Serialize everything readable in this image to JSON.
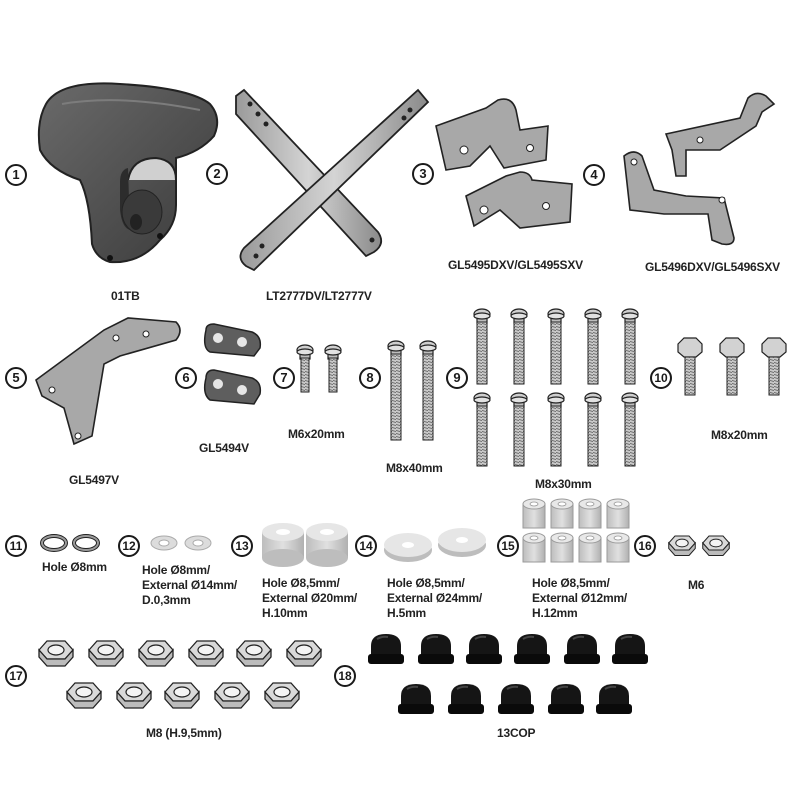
{
  "parts": [
    {
      "number": "1",
      "label": [
        "01TB"
      ]
    },
    {
      "number": "2",
      "label": [
        "LT2777DV/LT2777V"
      ]
    },
    {
      "number": "3",
      "label": [
        "GL5495DXV/GL5495SXV"
      ]
    },
    {
      "number": "4",
      "label": [
        "GL5496DXV/GL5496SXV"
      ]
    },
    {
      "number": "5",
      "label": [
        "GL5497V"
      ]
    },
    {
      "number": "6",
      "label": [
        "GL5494V"
      ]
    },
    {
      "number": "7",
      "label": [
        "M6x20mm"
      ]
    },
    {
      "number": "8",
      "label": [
        "M8x40mm"
      ]
    },
    {
      "number": "9",
      "label": [
        "M8x30mm"
      ]
    },
    {
      "number": "10",
      "label": [
        "M8x20mm"
      ]
    },
    {
      "number": "11",
      "label": [
        "Hole Ø8mm"
      ]
    },
    {
      "number": "12",
      "label": [
        "Hole Ø8mm/",
        "External Ø14mm/",
        "D.0,3mm"
      ]
    },
    {
      "number": "13",
      "label": [
        "Hole Ø8,5mm/",
        "External Ø20mm/",
        "H.10mm"
      ]
    },
    {
      "number": "14",
      "label": [
        "Hole Ø8,5mm/",
        "External Ø24mm/",
        "H.5mm"
      ]
    },
    {
      "number": "15",
      "label": [
        "Hole Ø8,5mm/",
        "External Ø12mm/",
        "H.12mm"
      ]
    },
    {
      "number": "16",
      "label": [
        "M6"
      ]
    },
    {
      "number": "17",
      "label": [
        "M8 (H.9,5mm)"
      ]
    },
    {
      "number": "18",
      "label": [
        "13COP"
      ]
    }
  ],
  "colors": {
    "ink": "#1a1a1a",
    "steel": "#b8b8b8",
    "steel_dark": "#8a8a8a",
    "pad": "#c8c8c8",
    "cap": "#111111"
  },
  "icons": [
    "backrest",
    "crossbar",
    "bracket",
    "bolt",
    "washer",
    "spacer",
    "nut",
    "cap"
  ]
}
